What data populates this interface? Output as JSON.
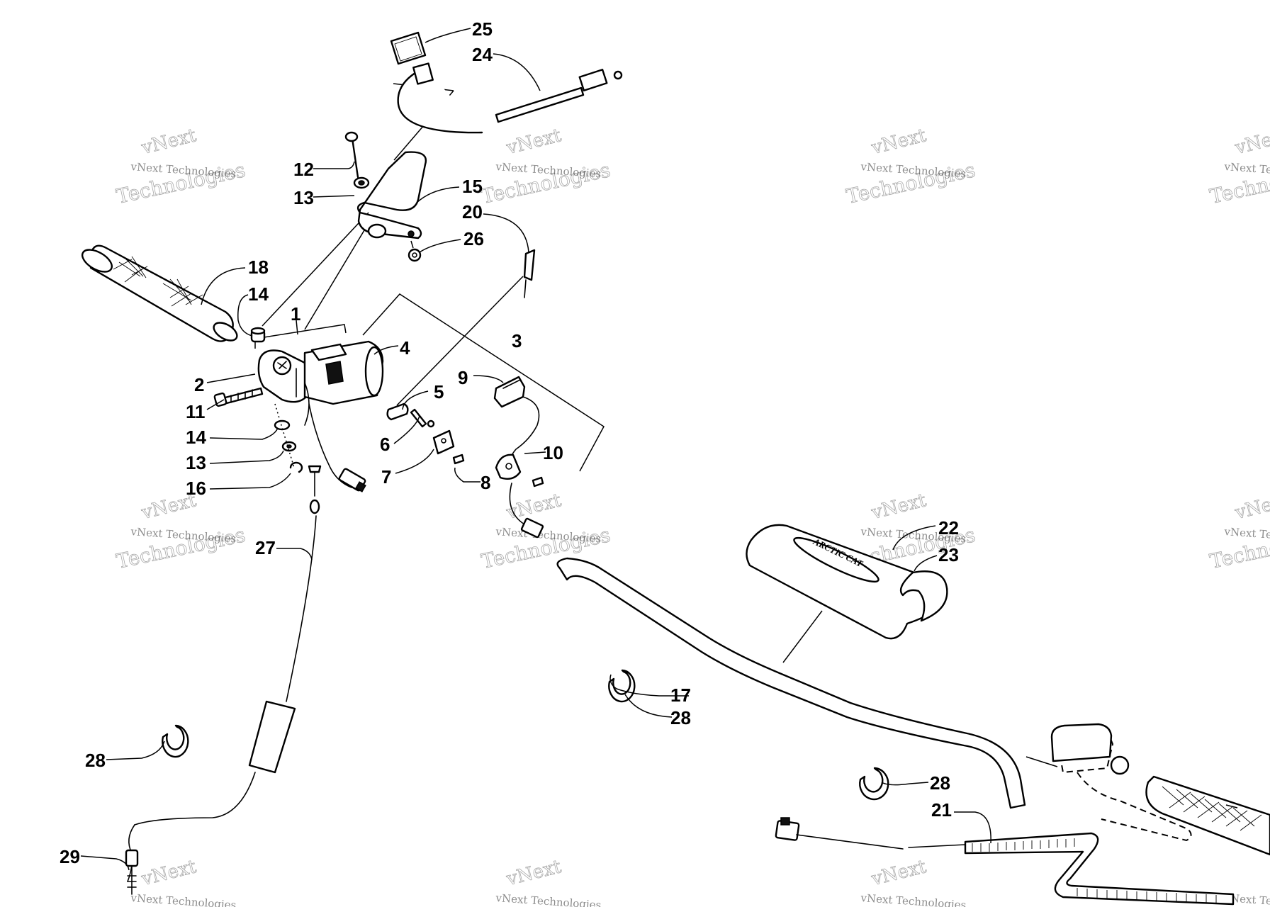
{
  "watermark": {
    "line1": "vNext Technologies",
    "line2": "vNext",
    "line3": "Technologies"
  },
  "callouts": {
    "c1": "1",
    "c2": "2",
    "c3": "3",
    "c4": "4",
    "c5": "5",
    "c6": "6",
    "c7": "7",
    "c8": "8",
    "c9": "9",
    "c10": "10",
    "c11": "11",
    "c12": "12",
    "c13a": "13",
    "c13b": "13",
    "c14a": "14",
    "c14b": "14",
    "c15": "15",
    "c16": "16",
    "c17": "17",
    "c18": "18",
    "c20": "20",
    "c21": "21",
    "c22": "22",
    "c23": "23",
    "c24": "24",
    "c25": "25",
    "c26": "26",
    "c27": "27",
    "c28a": "28",
    "c28b": "28",
    "c28c": "28",
    "c29": "29"
  },
  "pad_logo_text": "ARCTIC CAT",
  "colors": {
    "ink": "#000000",
    "paper": "#ffffff"
  }
}
